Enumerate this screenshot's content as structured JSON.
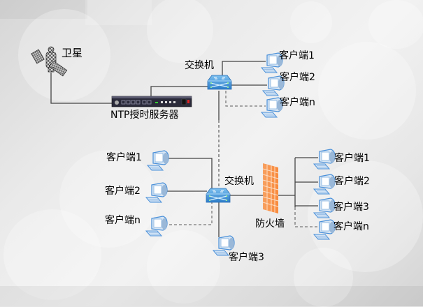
{
  "diagram": {
    "satellite": {
      "label": "卫星",
      "icon": "satellite-icon"
    },
    "ntp_server": {
      "label": "NTP授时服务器",
      "icon": "rack-server-icon"
    },
    "upper_network": {
      "switch_label": "交换机",
      "clients": [
        {
          "label": "客户端1",
          "link": "solid"
        },
        {
          "label": "客户端2",
          "link": "solid"
        },
        {
          "label": "客户端n",
          "link": "dashed"
        }
      ]
    },
    "lower_network": {
      "switch_label": "交换机",
      "left_clients": [
        {
          "label": "客户端1",
          "link": "solid"
        },
        {
          "label": "客户端2",
          "link": "solid"
        },
        {
          "label": "客户端n",
          "link": "dashed"
        }
      ],
      "bottom_client": {
        "label": "客户端3",
        "link": "solid"
      },
      "firewall_label": "防火墙",
      "right_clients": [
        {
          "label": "客户端1",
          "link": "solid"
        },
        {
          "label": "客户端2",
          "link": "solid"
        },
        {
          "label": "客户端3",
          "link": "solid"
        },
        {
          "label": "客户端n",
          "link": "dashed"
        }
      ]
    },
    "colors": {
      "line": "#444444",
      "switch_blue": "#3b8fd6",
      "computer_blue": "#4a90d9",
      "firewall_orange": "#f9924a",
      "server_dark": "#2a2a3a"
    }
  }
}
